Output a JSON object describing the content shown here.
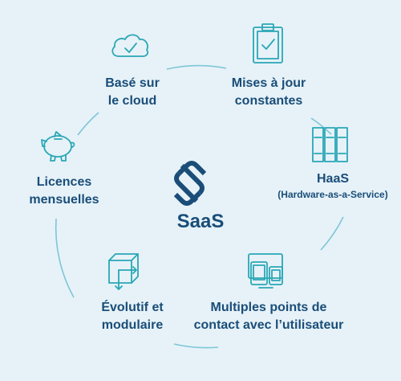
{
  "center": {
    "title": "SaaS"
  },
  "items": [
    {
      "lines": [
        "Basé sur",
        "le cloud"
      ],
      "icon": "cloud-check-icon"
    },
    {
      "lines": [
        "Mises à jour",
        "constantes"
      ],
      "icon": "clipboard-check-icon"
    },
    {
      "lines": [
        "HaaS"
      ],
      "sub": "(Hardware-as-a-Service)",
      "icon": "server-rack-icon"
    },
    {
      "lines": [
        "Multiples points de",
        "contact avec l’utilisateur"
      ],
      "icon": "devices-icon"
    },
    {
      "lines": [
        "Évolutif et",
        "modulaire"
      ],
      "icon": "scalable-cube-icon"
    },
    {
      "lines": [
        "Licences",
        "mensuelles"
      ],
      "icon": "piggy-bank-icon"
    }
  ],
  "colors": {
    "text": "#1a4d78",
    "accent": "#2aa7b5",
    "ring": "#7fc6d6",
    "background": "#e6f2f8"
  }
}
